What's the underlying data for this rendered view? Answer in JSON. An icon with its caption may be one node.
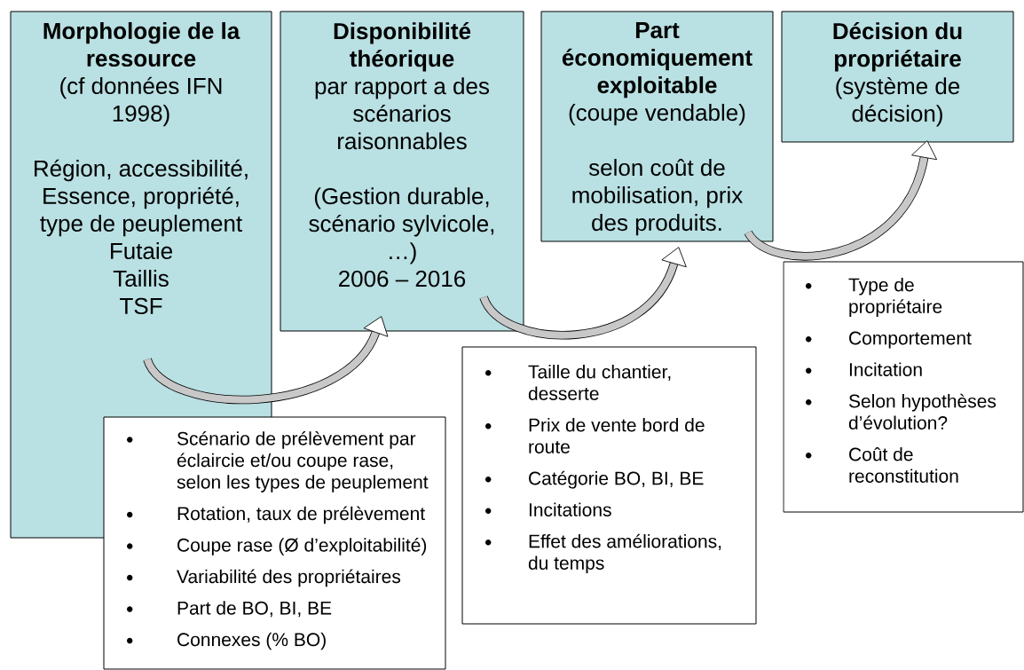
{
  "diagram": {
    "nodes": [
      {
        "text": [
          "Morphologie de la ressource",
          "(cf données IFN 1998)",
          "Région, accessibilité, Essence, propriété, type de peuplement",
          "Futaie",
          "Taillis",
          "TSF"
        ]
      },
      {
        "text": [
          "Disponibilité théorique",
          "par rapport a des scénarios raisonnables",
          "(Gestion durable, scénario sylvicole, …)",
          "2006 – 2016"
        ]
      },
      {
        "text": [
          "Part économiquement exploitable",
          "(coupe vendable)",
          "selon coût de mobilisation, prix des produits."
        ]
      },
      {
        "text": [
          "Décision du propriétaire",
          "(système de décision)"
        ]
      },
      {
        "text": [
          "Scénario de prélèvement par éclaircie et/ou coupe rase, selon les types de peuplement",
          "Rotation, taux de prélèvement",
          "Coupe rase (Ø d’exploitabilité)",
          "Variabilité des propriétaires",
          "Part de BO, BI, BE",
          "Connexes (% BO)"
        ]
      },
      {
        "text": [
          "Taille du chantier, desserte",
          "Prix de vente bord de route",
          "Catégorie BO, BI, BE",
          "Incitations",
          "Effet des améliorations, du temps"
        ]
      },
      {
        "text": [
          "Type de propriétaire",
          "Comportement",
          "Incitation",
          "Selon hypothèses d’évolution?",
          "Coût de reconstitution"
        ]
      }
    ],
    "edges": [
      {
        "from": 0,
        "to": 1,
        "arrow": "to"
      },
      {
        "from": 1,
        "to": 2,
        "arrow": "to"
      },
      {
        "from": 2,
        "to": 3,
        "arrow": "to"
      }
    ]
  }
}
